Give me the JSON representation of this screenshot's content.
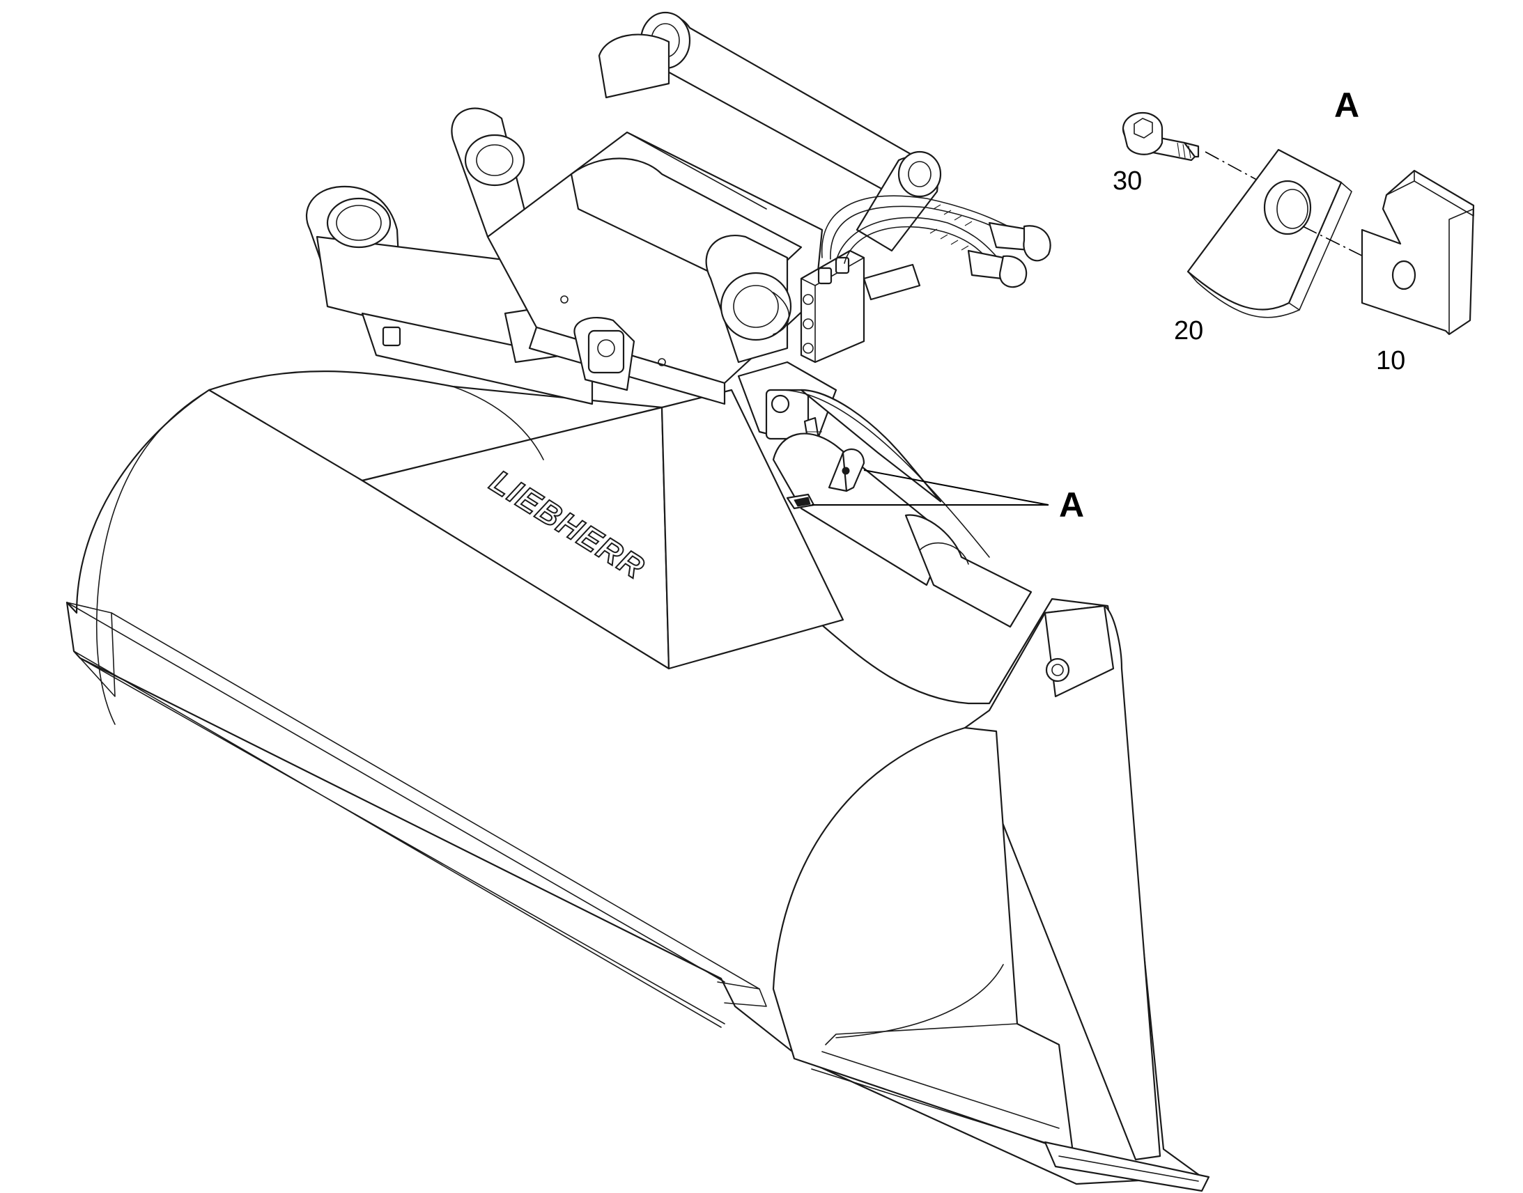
{
  "callouts": {
    "detail_title": "A",
    "main_label": "A",
    "part_10": "10",
    "part_20": "20",
    "part_30": "30"
  },
  "brand_logo": "LIEBHERR"
}
